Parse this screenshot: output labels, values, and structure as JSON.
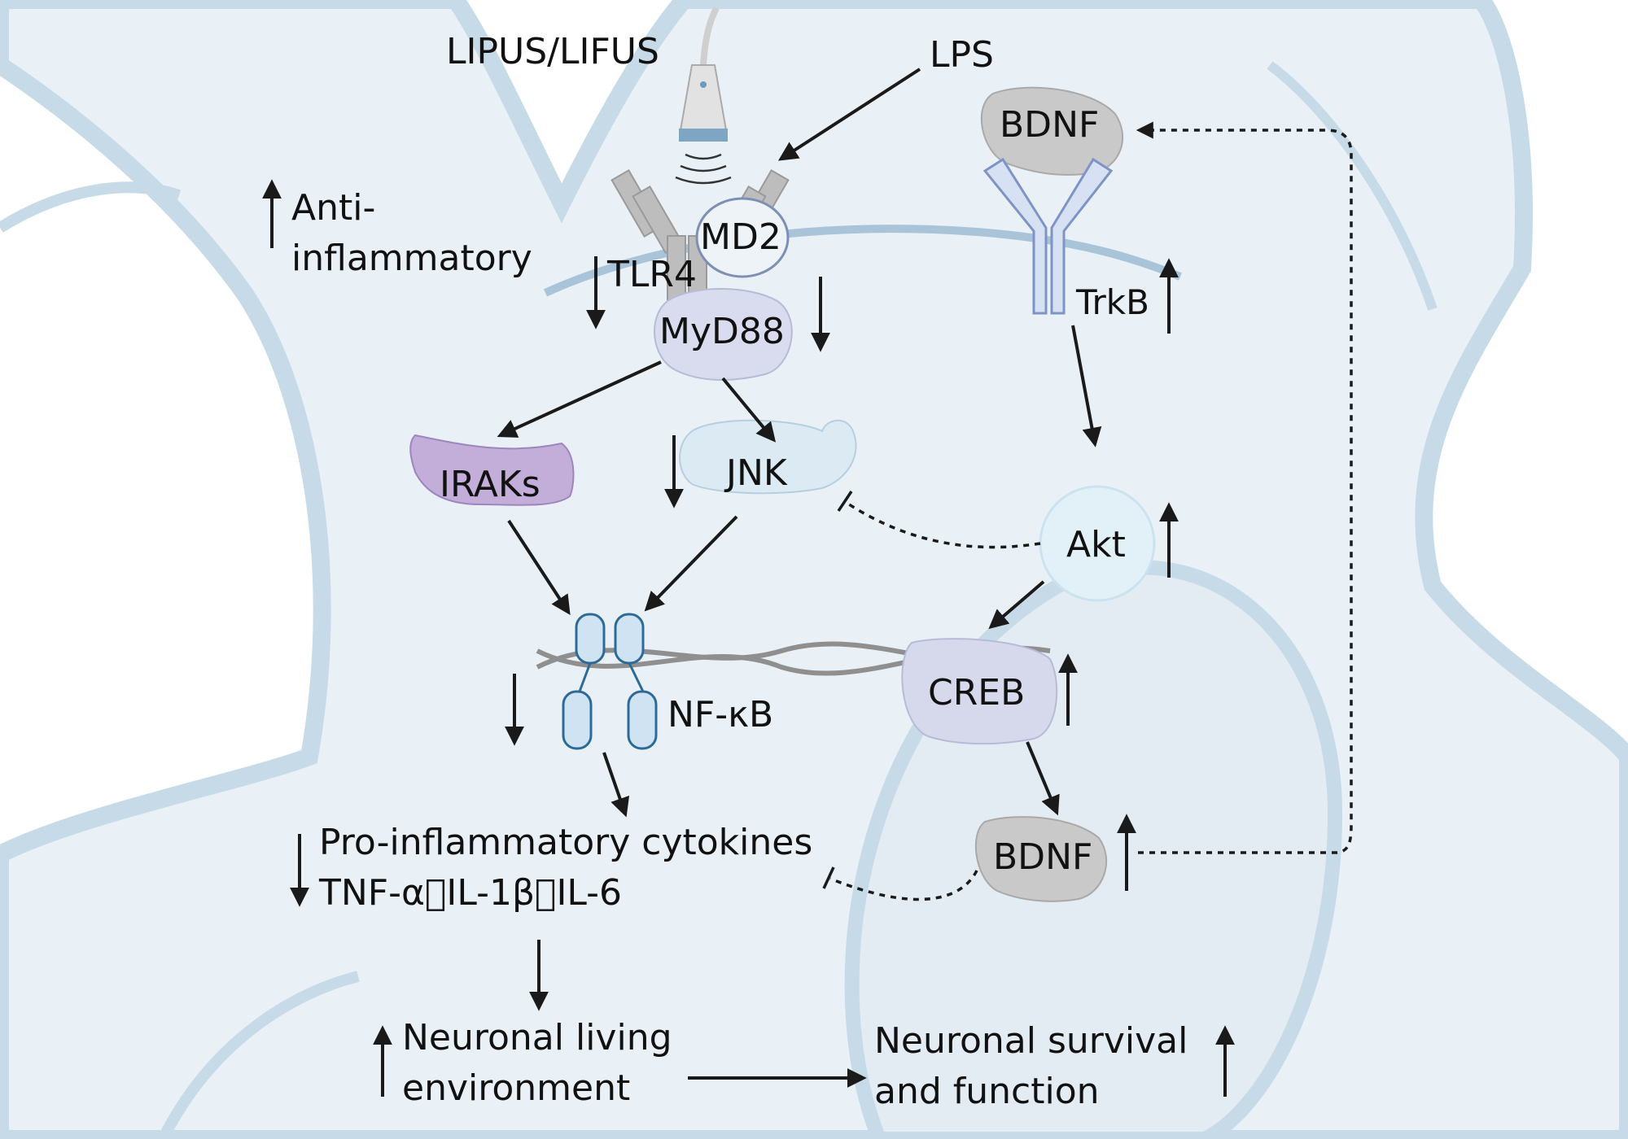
{
  "labels": {
    "lipus": "LIPUS/LIFUS",
    "lps": "LPS",
    "bdnf_top": "BDNF",
    "anti_line1": "Anti-",
    "anti_line2": "inflammatory",
    "md2": "MD2",
    "tlr4": "TLR4",
    "myd88": "MyD88",
    "trkb": "TrkB",
    "iraks": "IRAKs",
    "jnk": "JNK",
    "akt": "Akt",
    "nfkb": "NF-κB",
    "creb": "CREB",
    "bdnf_bottom": "BDNF",
    "cytokines_line1": "Pro-inflammatory cytokines",
    "cytokines_line2": "TNF-α\u0000IL-1β\u0000IL-6",
    "env_line1": "Neuronal living",
    "env_line2": "environment",
    "survival_line1": "Neuronal survival",
    "survival_line2": "and function"
  },
  "colors": {
    "cell_fill": "#eaf1f6",
    "cell_outline": "#c6dbe7",
    "iraks": "#c2aed8",
    "myd88": "#d9dcee",
    "jnk": "#dbeaf3",
    "akt": "#e2f1f8",
    "creb": "#d6d9ec",
    "bdnf": "#c9c9c9",
    "receptor_gray": "#b5b5b5",
    "trkb": "#d6e2f3",
    "nfkb_fill": "#cfe3f3",
    "nfkb_stroke": "#2e6a96"
  }
}
